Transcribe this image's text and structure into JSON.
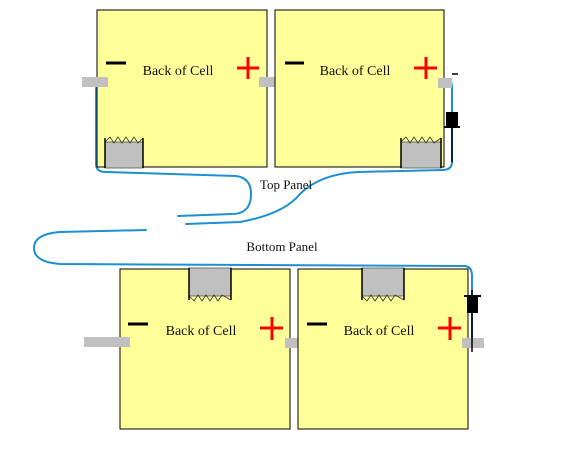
{
  "panels": {
    "top": {
      "label": "Top Panel",
      "cells": [
        {
          "label": "Back of Cell",
          "negative_symbol": "−",
          "positive_symbol": "+"
        },
        {
          "label": "Back of Cell",
          "negative_symbol": "−",
          "positive_symbol": "+"
        }
      ]
    },
    "bottom": {
      "label": "Bottom Panel",
      "cells": [
        {
          "label": "Back of Cell",
          "negative_symbol": "−",
          "positive_symbol": "+"
        },
        {
          "label": "Back of Cell",
          "negative_symbol": "−",
          "positive_symbol": "+"
        }
      ]
    }
  },
  "colors": {
    "cell_fill": "#FFFF99",
    "cell_border": "#000000",
    "tab": "#C0C0C0",
    "wire": "#1E8FD0",
    "positive": "#FF0000",
    "negative": "#000000",
    "diode": "#000000"
  }
}
